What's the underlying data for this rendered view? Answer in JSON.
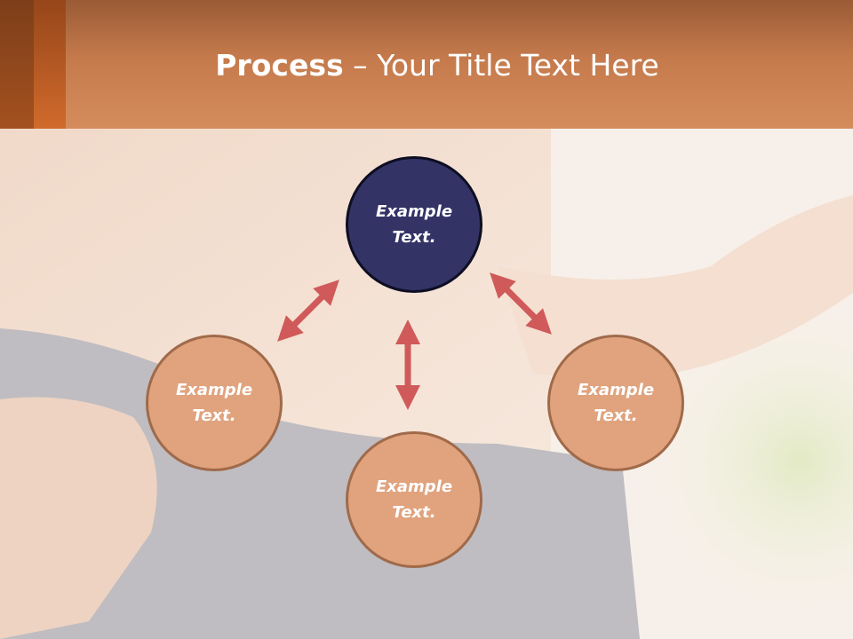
{
  "header": {
    "title_bold": "Process",
    "title_rest": " – Your Title Text Here"
  },
  "diagram": {
    "center_node": {
      "label": "Example Text."
    },
    "left_node": {
      "label": "Example Text."
    },
    "right_node": {
      "label": "Example Text."
    },
    "bottom_node": {
      "label": "Example Text."
    }
  },
  "colors": {
    "header": "#d58c5c",
    "center_node": "#333366",
    "peer_node": "#e0a37e",
    "arrow": "#d05a5a"
  }
}
